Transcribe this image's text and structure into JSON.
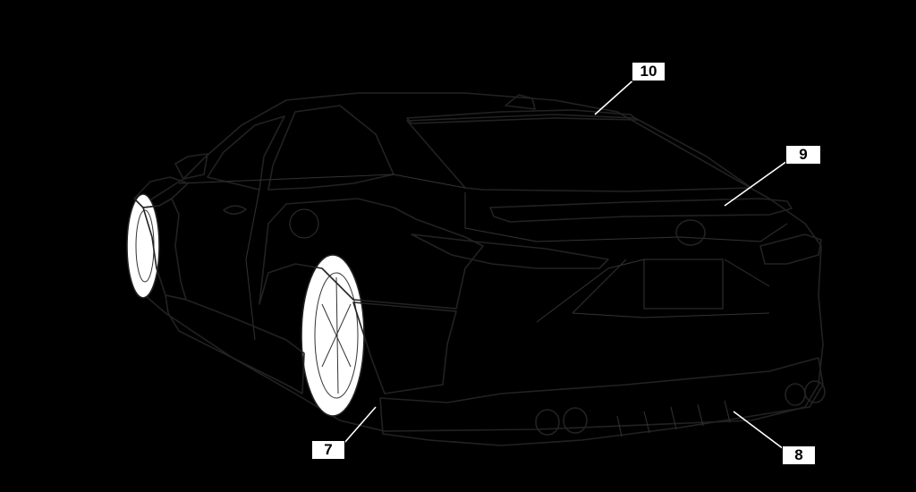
{
  "callouts": [
    {
      "id": "7",
      "label": "7"
    },
    {
      "id": "8",
      "label": "8"
    },
    {
      "id": "9",
      "label": "9"
    },
    {
      "id": "10",
      "label": "10"
    }
  ],
  "colors": {
    "background": "#000000",
    "body": "#ffffff",
    "outline": "#222222",
    "front_fender": "#e84a7f",
    "front_wheel_arch": "#1e9e4b",
    "side_skirt": "#f6b93b",
    "rear_quarter": "#1aa3e8",
    "rear_bumper_side": "#b44a9e",
    "rear_diffuser": "#8cc63f",
    "trunk_spoiler": "#f4e61c",
    "roof_spoiler": "#c8a47e"
  },
  "icons": {
    "car": "sedan-rear-three-quarter-icon"
  }
}
